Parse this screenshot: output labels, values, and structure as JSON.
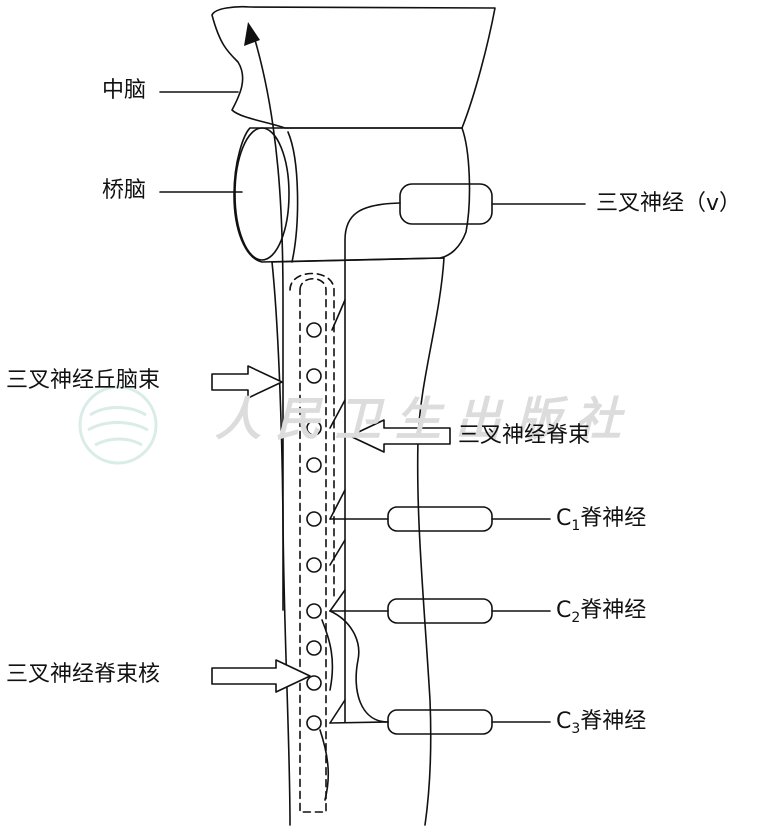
{
  "labels": {
    "midbrain": "中脑",
    "pons": "桥脑",
    "trigeminal_nerve": "三叉神经（v）",
    "trigeminothalamic_tract": "三叉神经丘脑束",
    "spinal_tract": "三叉神经脊束",
    "c1_prefix": "C",
    "c1_sub": "1",
    "c1_suffix": "脊神经",
    "c2_prefix": "C",
    "c2_sub": "2",
    "c2_suffix": "脊神经",
    "c3_prefix": "C",
    "c3_sub": "3",
    "c3_suffix": "脊神经",
    "spinal_nucleus": "三叉神经脊束核"
  },
  "watermark": "人民卫生出版社",
  "colors": {
    "line": "#111111",
    "watermark": "#dcdcdc",
    "logo": "#d9ece8"
  }
}
